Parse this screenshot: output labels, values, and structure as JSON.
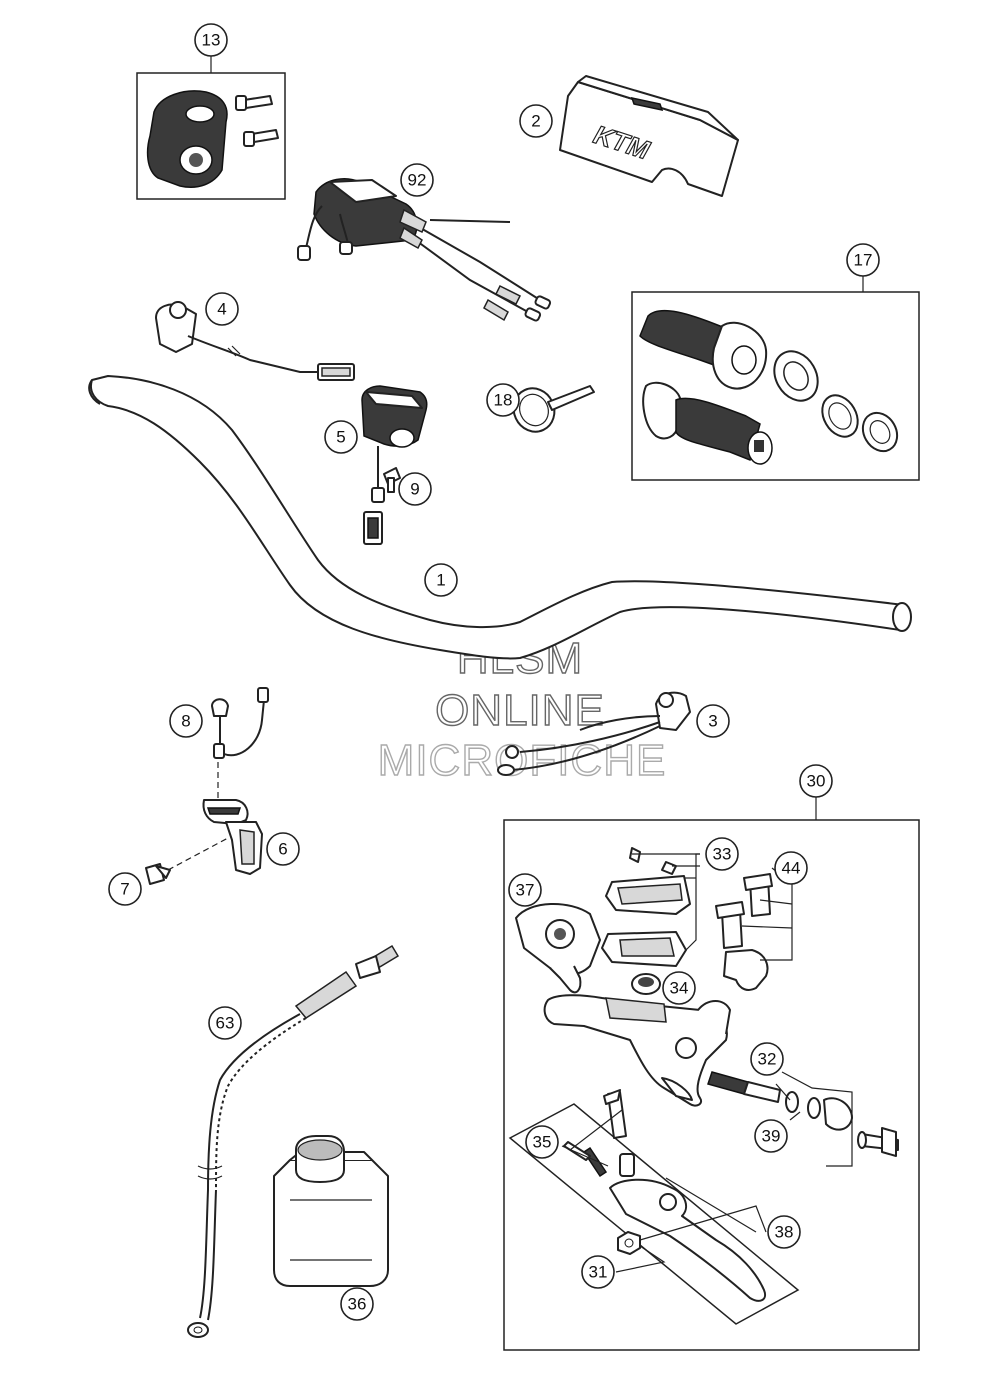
{
  "watermark": {
    "line1": "HLSM",
    "line2": "ONLINE",
    "line3": "MICROFICHE"
  },
  "pad_logo": "KTM",
  "callouts": {
    "c1": "1",
    "c2": "2",
    "c3": "3",
    "c4": "4",
    "c5": "5",
    "c6": "6",
    "c7": "7",
    "c8": "8",
    "c9": "9",
    "c13": "13",
    "c17": "17",
    "c18": "18",
    "c30": "30",
    "c31": "31",
    "c32": "32",
    "c33": "33",
    "c34": "34",
    "c35": "35",
    "c36": "36",
    "c37": "37",
    "c38": "38",
    "c39": "39",
    "c44": "44",
    "c63": "63",
    "c92": "92"
  }
}
